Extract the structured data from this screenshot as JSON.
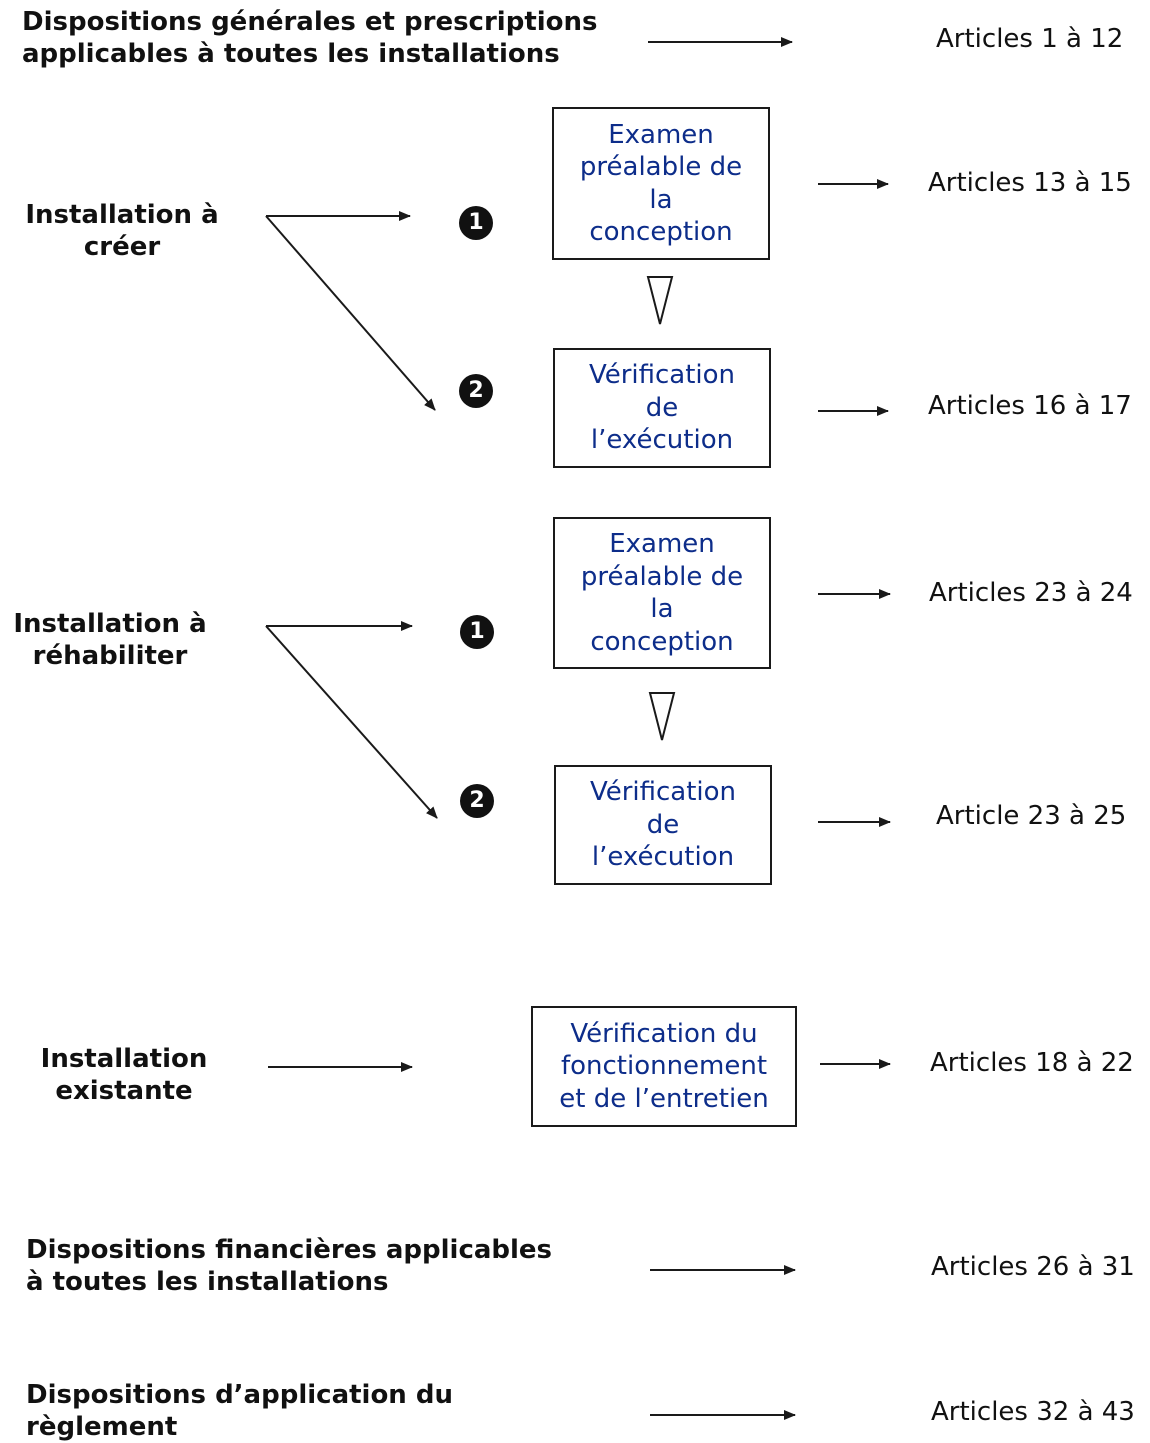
{
  "rows": {
    "general": {
      "label_line1": "Dispositions générales et prescriptions",
      "label_line2": "applicables à toutes les installations",
      "articles": "Articles 1 à 12"
    },
    "creer": {
      "label_line1": "Installation à",
      "label_line2": "créer",
      "step1": {
        "number": "1",
        "box_lines": [
          "Examen",
          "préalable de",
          "la",
          "conception"
        ],
        "articles": "Articles 13 à 15"
      },
      "step2": {
        "number": "2",
        "box_lines": [
          "Vérification",
          "de",
          "l’exécution"
        ],
        "articles": "Articles 16 à 17"
      }
    },
    "rehabiliter": {
      "label_line1": "Installation à",
      "label_line2": "réhabiliter",
      "step1": {
        "number": "1",
        "box_lines": [
          "Examen",
          "préalable de",
          "la",
          "conception"
        ],
        "articles": "Articles 23 à 24"
      },
      "step2": {
        "number": "2",
        "box_lines": [
          "Vérification",
          "de",
          "l’exécution"
        ],
        "articles": "Article 23 à 25"
      }
    },
    "existante": {
      "label_line1": "Installation",
      "label_line2": "existante",
      "box_lines": [
        "Vérification du",
        "fonctionnement",
        "et de l’entretien"
      ],
      "articles": "Articles 18 à 22"
    },
    "financieres": {
      "label_line1": "Dispositions financières applicables",
      "label_line2": "à toutes les installations",
      "articles": "Articles 26 à 31"
    },
    "application": {
      "label_line1": "Dispositions d’application du",
      "label_line2": "règlement",
      "articles": "Articles 32 à 43"
    }
  },
  "colors": {
    "box_text": "#0d2d8a",
    "line": "#1a1a1a",
    "text": "#111111"
  }
}
